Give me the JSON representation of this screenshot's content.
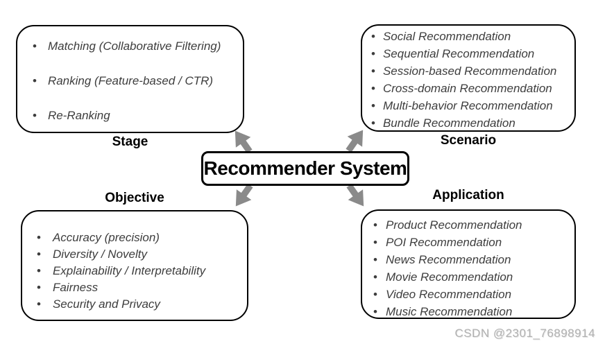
{
  "diagram": {
    "center_label": "Recommender System",
    "watermark": "CSDN @2301_76898914",
    "colors": {
      "background": "#ffffff",
      "box_border": "#000000",
      "bullet_text": "#3d3d3d",
      "heading_text": "#000000",
      "arrow": "#8a8a8a",
      "watermark_text": "#b0b0b0"
    },
    "arrows": [
      {
        "direction": "up-left",
        "connects": "Stage"
      },
      {
        "direction": "up-right",
        "connects": "Scenario"
      },
      {
        "direction": "down-left",
        "connects": "Objective"
      },
      {
        "direction": "down-right",
        "connects": "Application"
      }
    ],
    "boxes": [
      {
        "id": "stage",
        "label": "Stage",
        "label_position": "below",
        "items": [
          "Matching (Collaborative Filtering)",
          "Ranking (Feature-based / CTR)",
          "Re-Ranking"
        ]
      },
      {
        "id": "scenario",
        "label": "Scenario",
        "label_position": "below",
        "items": [
          "Social Recommendation",
          "Sequential Recommendation",
          "Session-based Recommendation",
          "Cross-domain Recommendation",
          "Multi-behavior Recommendation",
          "Bundle Recommendation"
        ]
      },
      {
        "id": "objective",
        "label": "Objective",
        "label_position": "above",
        "items": [
          "Accuracy (precision)",
          "Diversity / Novelty",
          "Explainability / Interpretability",
          "Fairness",
          "Security and Privacy"
        ]
      },
      {
        "id": "application",
        "label": "Application",
        "label_position": "above",
        "items": [
          "Product Recommendation",
          "POI Recommendation",
          "News Recommendation",
          "Movie Recommendation",
          "Video Recommendation",
          "Music Recommendation"
        ]
      }
    ]
  }
}
